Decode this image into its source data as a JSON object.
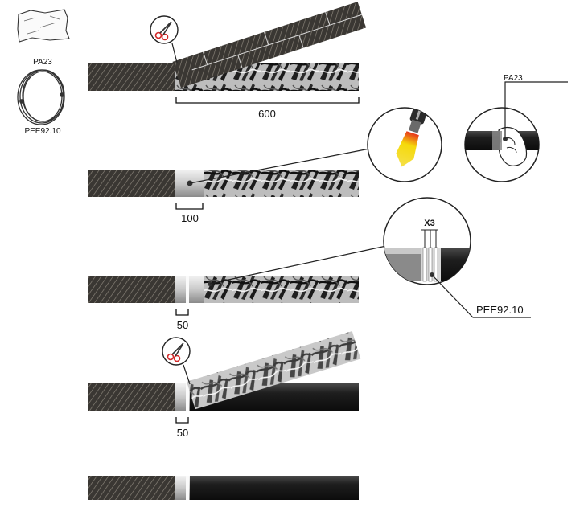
{
  "parts": {
    "tape_label": "PA23",
    "wire_label": "PEE92.10"
  },
  "steps": [
    {
      "dimension": "600"
    },
    {
      "dimension": "100",
      "callout_label": "PA23"
    },
    {
      "dimension": "50",
      "callout_count": "X3",
      "callout_label": "PEE92.10"
    },
    {
      "dimension": "50"
    },
    {}
  ],
  "colors": {
    "braid_dark": "#2f2d2a",
    "cable_black": "#1c1c1c",
    "metal_light": "#d9d9d9",
    "flame": "#f5d90a",
    "scissors_red": "#d42a2a"
  }
}
